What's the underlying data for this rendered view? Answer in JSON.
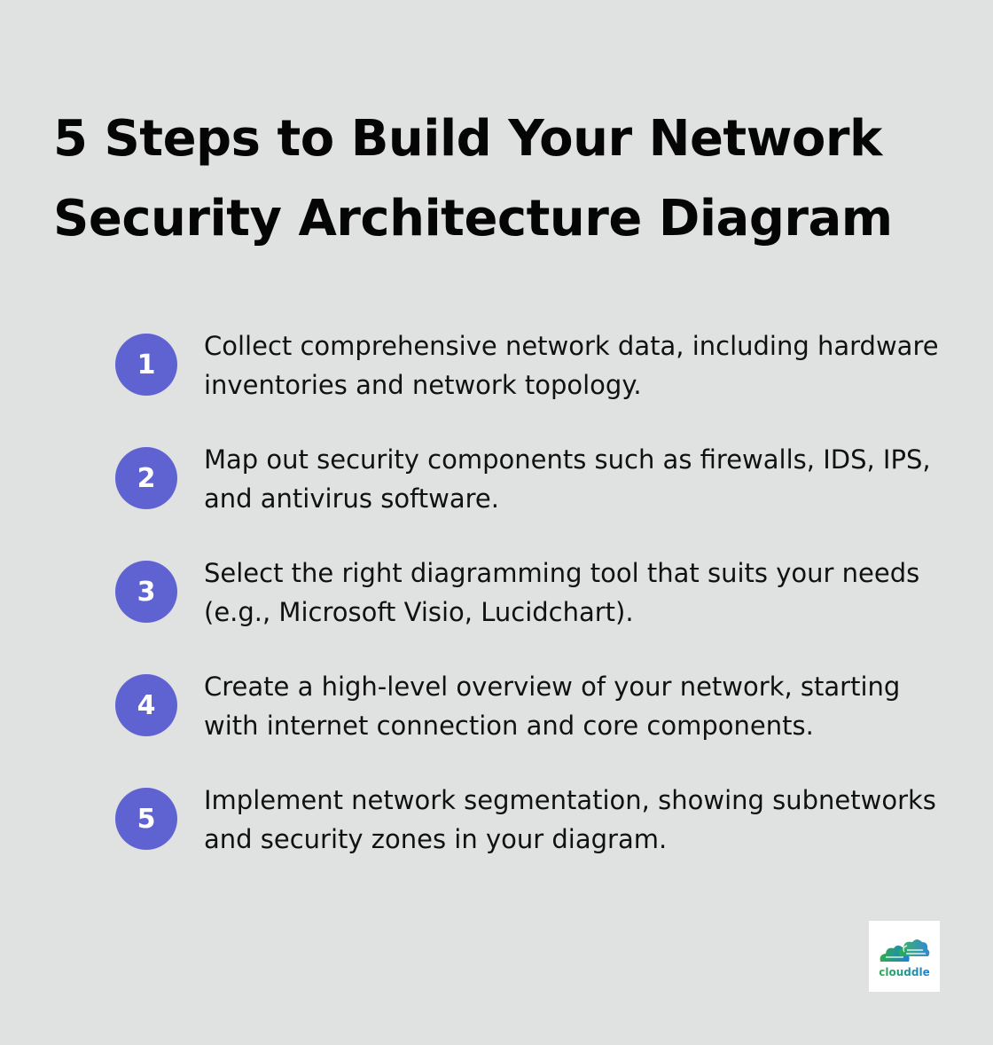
{
  "title": {
    "line1": "5 Steps to Build Your Network",
    "line2": "Security Architecture Diagram"
  },
  "steps": [
    {
      "number": "1",
      "text": "Collect comprehensive network data, including hardware inventories and network topology."
    },
    {
      "number": "2",
      "text": "Map out security components such as firewalls, IDS, IPS, and antivirus software."
    },
    {
      "number": "3",
      "text": "Select the right diagramming tool that suits your needs (e.g., Microsoft Visio, Lucidchart)."
    },
    {
      "number": "4",
      "text": "Create a high-level overview of your network, starting with internet connection and core components."
    },
    {
      "number": "5",
      "text": "Implement network segmentation, showing subnetworks and security zones in your diagram."
    }
  ],
  "logo": {
    "icon": "cloud-icon",
    "text": "clouddle"
  },
  "colors": {
    "background": "#e0e2e1",
    "badge": "#5f63d2",
    "logo_green": "#2bb04a",
    "logo_blue": "#1e7fd6"
  }
}
